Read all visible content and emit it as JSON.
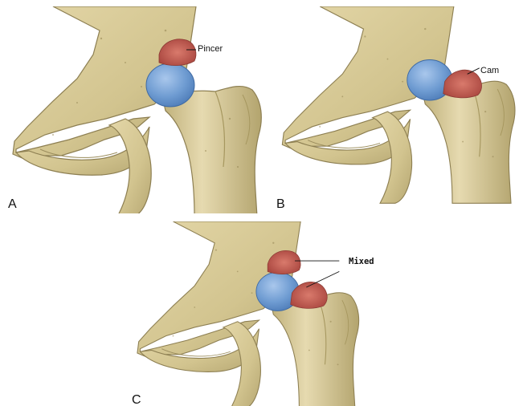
{
  "panels": [
    {
      "letter": "A",
      "label": "Pincer"
    },
    {
      "letter": "B",
      "label": "Cam"
    },
    {
      "letter": "C",
      "label": "Mixed"
    }
  ],
  "colors": {
    "bone": "#d9cb98",
    "bone_shadow": "#a89a66",
    "cartilage": "#6d9bd1",
    "lesion": "#b9524a"
  }
}
